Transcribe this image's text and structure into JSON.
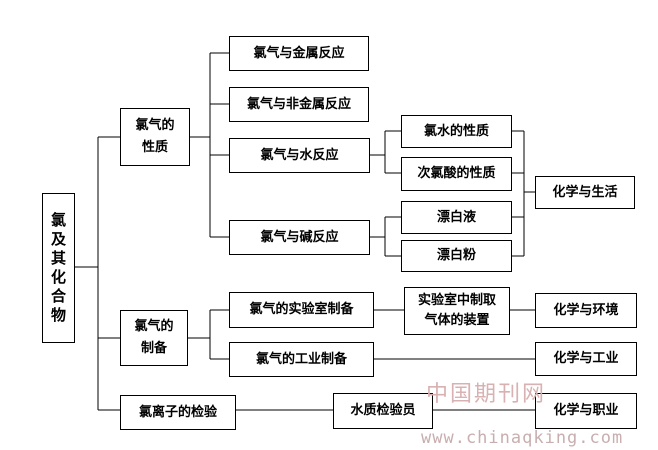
{
  "root": {
    "chars": [
      "氯",
      "及",
      "其",
      "化",
      "合",
      "物"
    ]
  },
  "level1": {
    "properties": "氯气的\n性质",
    "preparation": "氯气的\n制备",
    "ion_test": "氯离子的检验"
  },
  "properties_children": {
    "metal": "氯气与金属反应",
    "nonmetal": "氯气与非金属反应",
    "water": "氯气与水反应",
    "alkali": "氯气与碱反应"
  },
  "water_children": {
    "chlorine_water": "氯水的性质",
    "hypochlorous": "次氯酸的性质"
  },
  "alkali_children": {
    "bleach_liquid": "漂白液",
    "bleach_powder": "漂白粉"
  },
  "preparation_children": {
    "lab": "氯气的实验室制备",
    "industrial": "氯气的工业制备",
    "apparatus": "实验室中制取\n气体的装置"
  },
  "ion_test_children": {
    "inspector": "水质检验员"
  },
  "outcomes": {
    "life": "化学与生活",
    "environment": "化学与环境",
    "industry": "化学与工业",
    "career": "化学与职业"
  },
  "watermark": {
    "brand": "中国期刊网",
    "url": "www.chinaqking.com"
  }
}
